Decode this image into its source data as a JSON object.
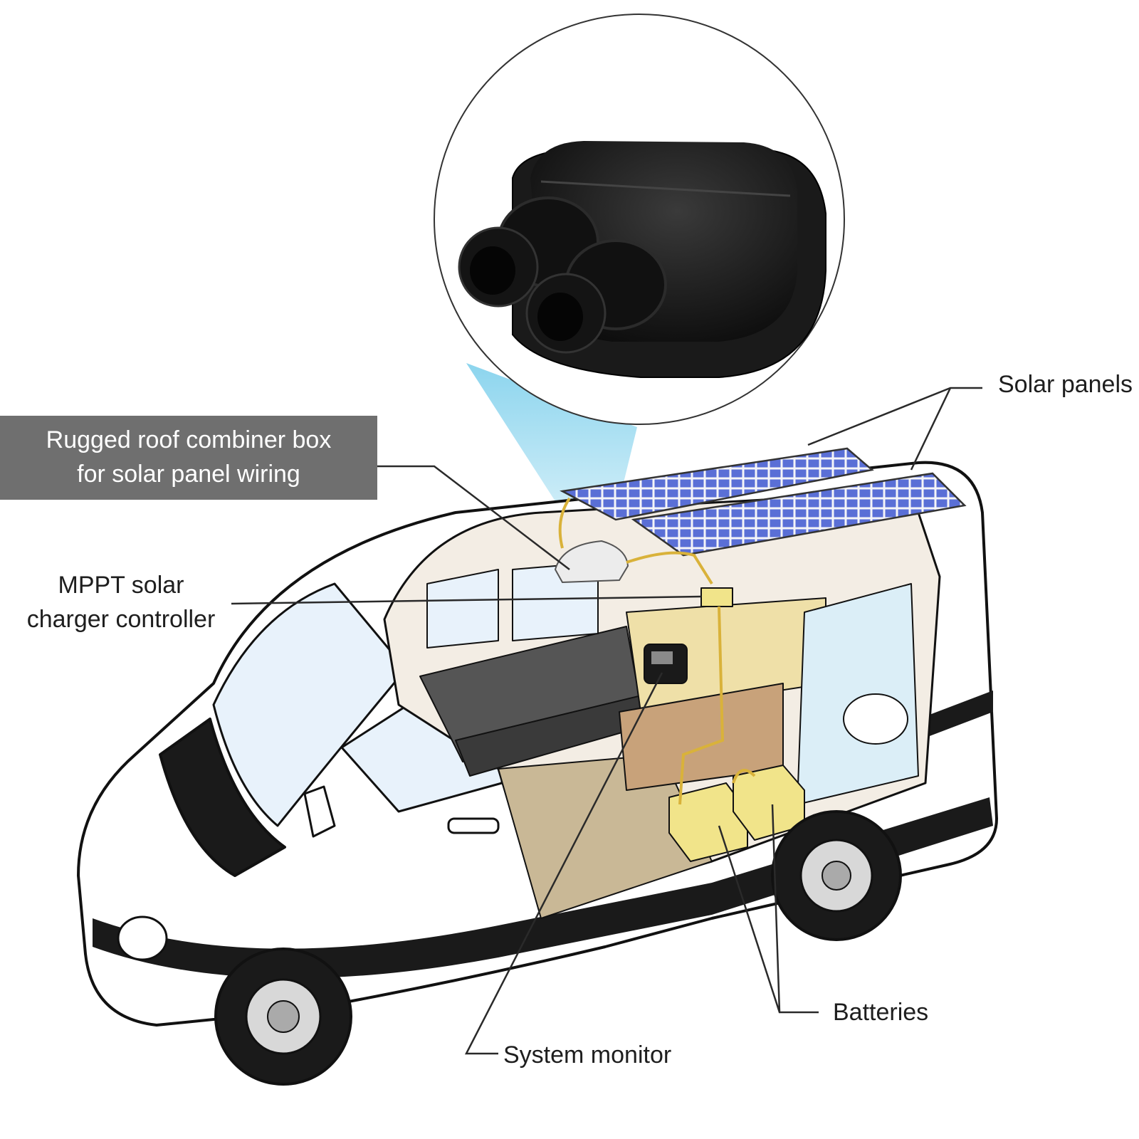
{
  "labels": {
    "combiner_box": [
      "Rugged  roof combiner box",
      "for solar panel wiring"
    ],
    "mppt": [
      "MPPT solar",
      "charger controller"
    ],
    "solar_panels": "Solar panels",
    "batteries": "Batteries",
    "system_monitor": "System monitor"
  },
  "colors": {
    "callout_bg": "#6f6f6f",
    "leader": "#2a2a2a",
    "combiner_box": "#151515",
    "spotlight": "#7fd0ec",
    "wire": "#d9b23a",
    "battery": "#f1e48a",
    "solar_cell": "#5a6fd6"
  }
}
